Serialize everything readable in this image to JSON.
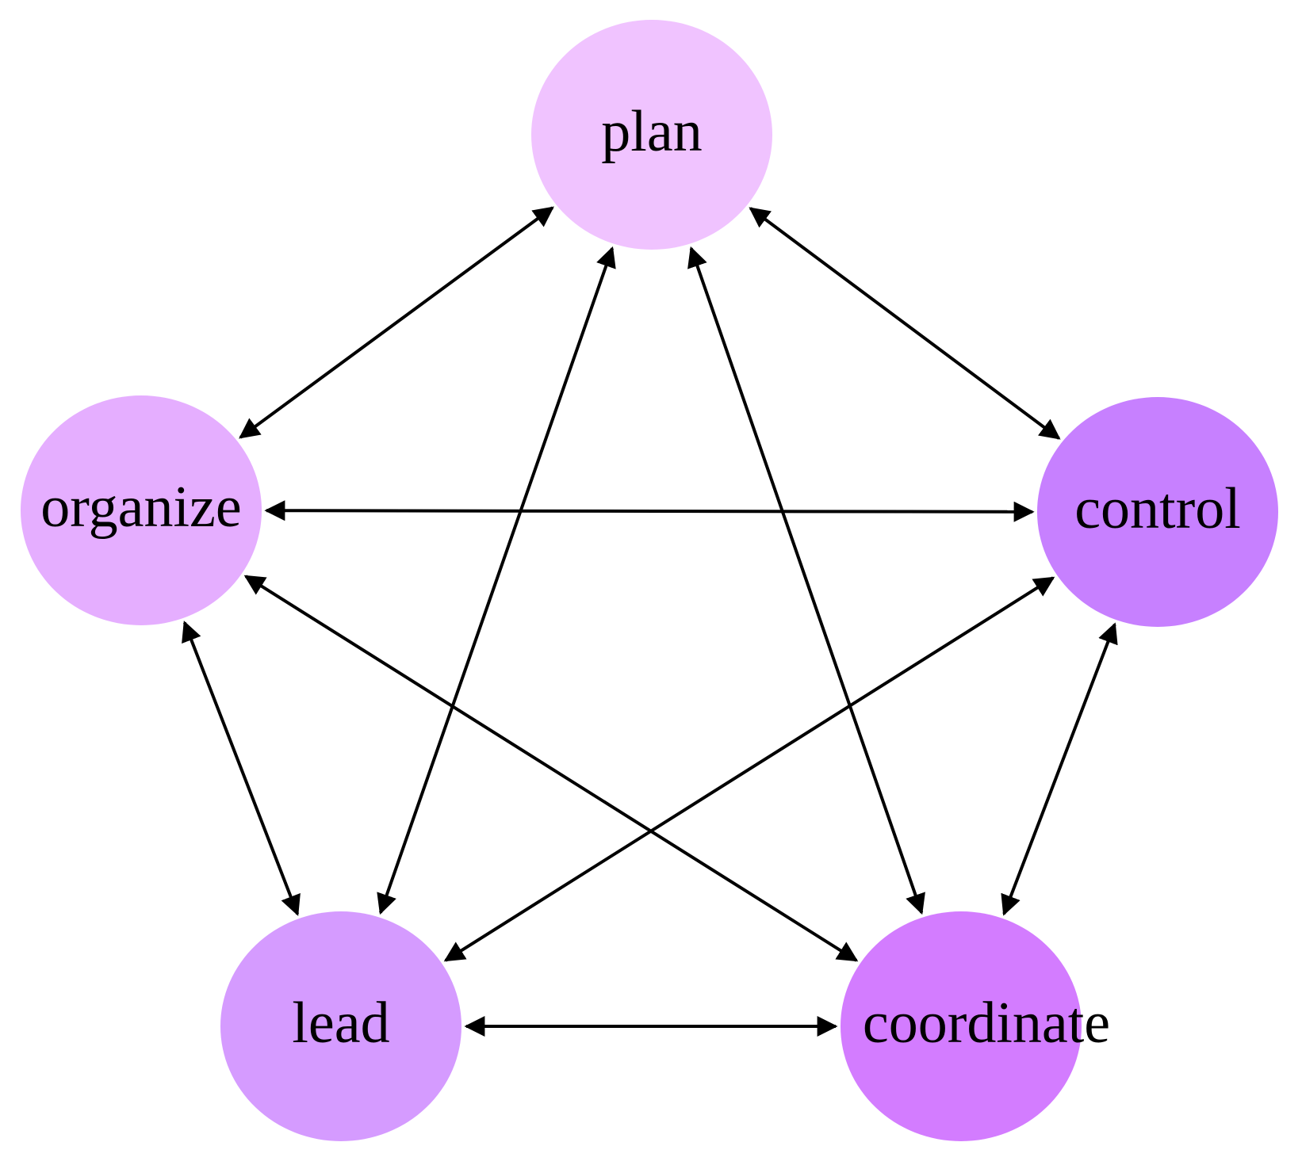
{
  "nodes": [
    {
      "id": "plan",
      "label": "plan",
      "color": "#F0C3FF"
    },
    {
      "id": "organize",
      "label": "organize",
      "color": "#E5AEFF"
    },
    {
      "id": "control",
      "label": "control",
      "color": "#C780FF"
    },
    {
      "id": "lead",
      "label": "lead",
      "color": "#D59BFF"
    },
    {
      "id": "coordinate",
      "label": "coordinate",
      "color": "#D37CFF"
    }
  ],
  "edges": [
    {
      "from": "plan",
      "to": "organize",
      "direction": "both"
    },
    {
      "from": "plan",
      "to": "control",
      "direction": "both"
    },
    {
      "from": "plan",
      "to": "lead",
      "direction": "both"
    },
    {
      "from": "plan",
      "to": "coordinate",
      "direction": "both"
    },
    {
      "from": "organize",
      "to": "control",
      "direction": "both"
    },
    {
      "from": "organize",
      "to": "coordinate",
      "direction": "both"
    },
    {
      "from": "organize",
      "to": "lead",
      "direction": "both"
    },
    {
      "from": "control",
      "to": "lead",
      "direction": "both"
    },
    {
      "from": "control",
      "to": "coordinate",
      "direction": "both"
    },
    {
      "from": "lead",
      "to": "coordinate",
      "direction": "both"
    }
  ]
}
